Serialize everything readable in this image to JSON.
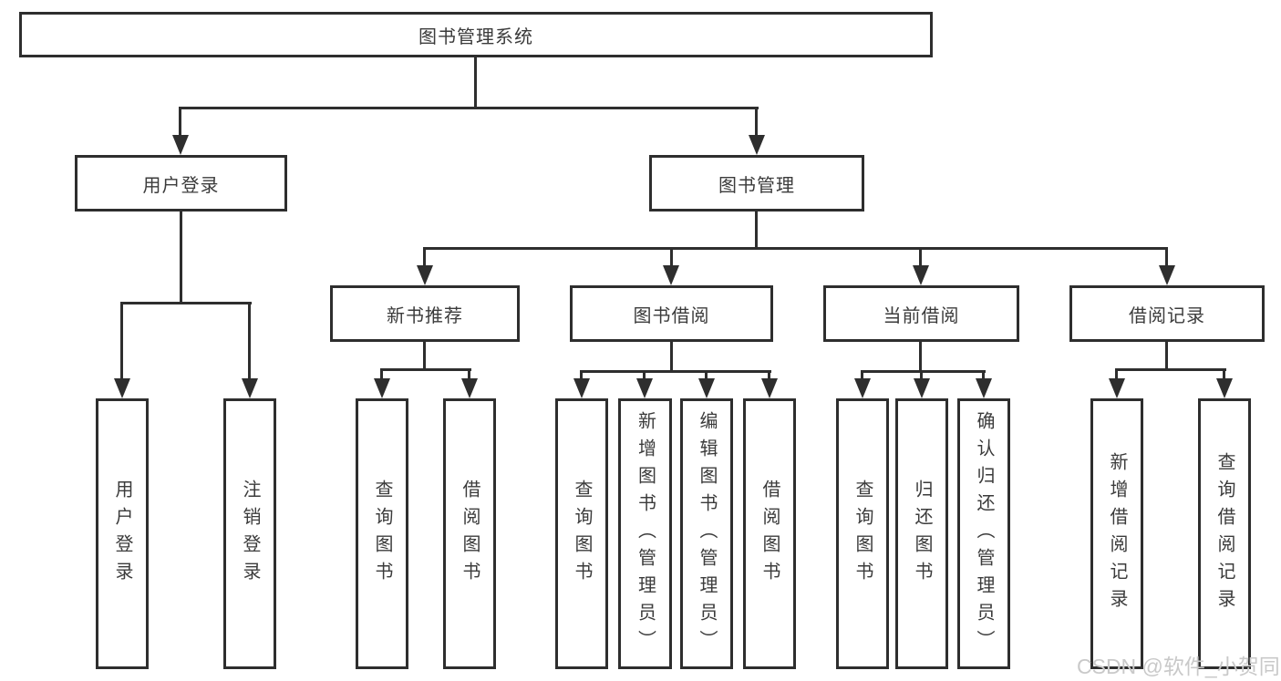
{
  "nodes": {
    "root": "图书管理系统",
    "user_login": "用户登录",
    "book_mgmt": "图书管理",
    "new_book_rec": "新书推荐",
    "book_borrow": "图书借阅",
    "current_borrow": "当前借阅",
    "borrow_record": "借阅记录",
    "leaf_user_login": "用户登录",
    "leaf_logout": "注销登录",
    "leaf_nb_query": "查询图书",
    "leaf_nb_borrow": "借阅图书",
    "leaf_bb_query": "查询图书",
    "leaf_bb_add": "新增图书（管理员）",
    "leaf_bb_edit": "编辑图书（管理员）",
    "leaf_bb_borrow": "借阅图书",
    "leaf_cb_query": "查询图书",
    "leaf_cb_return": "归还图书",
    "leaf_cb_confirm": "确认归还（管理员）",
    "leaf_br_add": "新增借阅记录",
    "leaf_br_query": "查询借阅记录"
  },
  "watermark": "CSDN @软件_小贺同学",
  "colors": {
    "line": "#2e2e2e",
    "text": "#3b3b3b",
    "watermark": "#c9c9c9",
    "bg": "#ffffff"
  }
}
